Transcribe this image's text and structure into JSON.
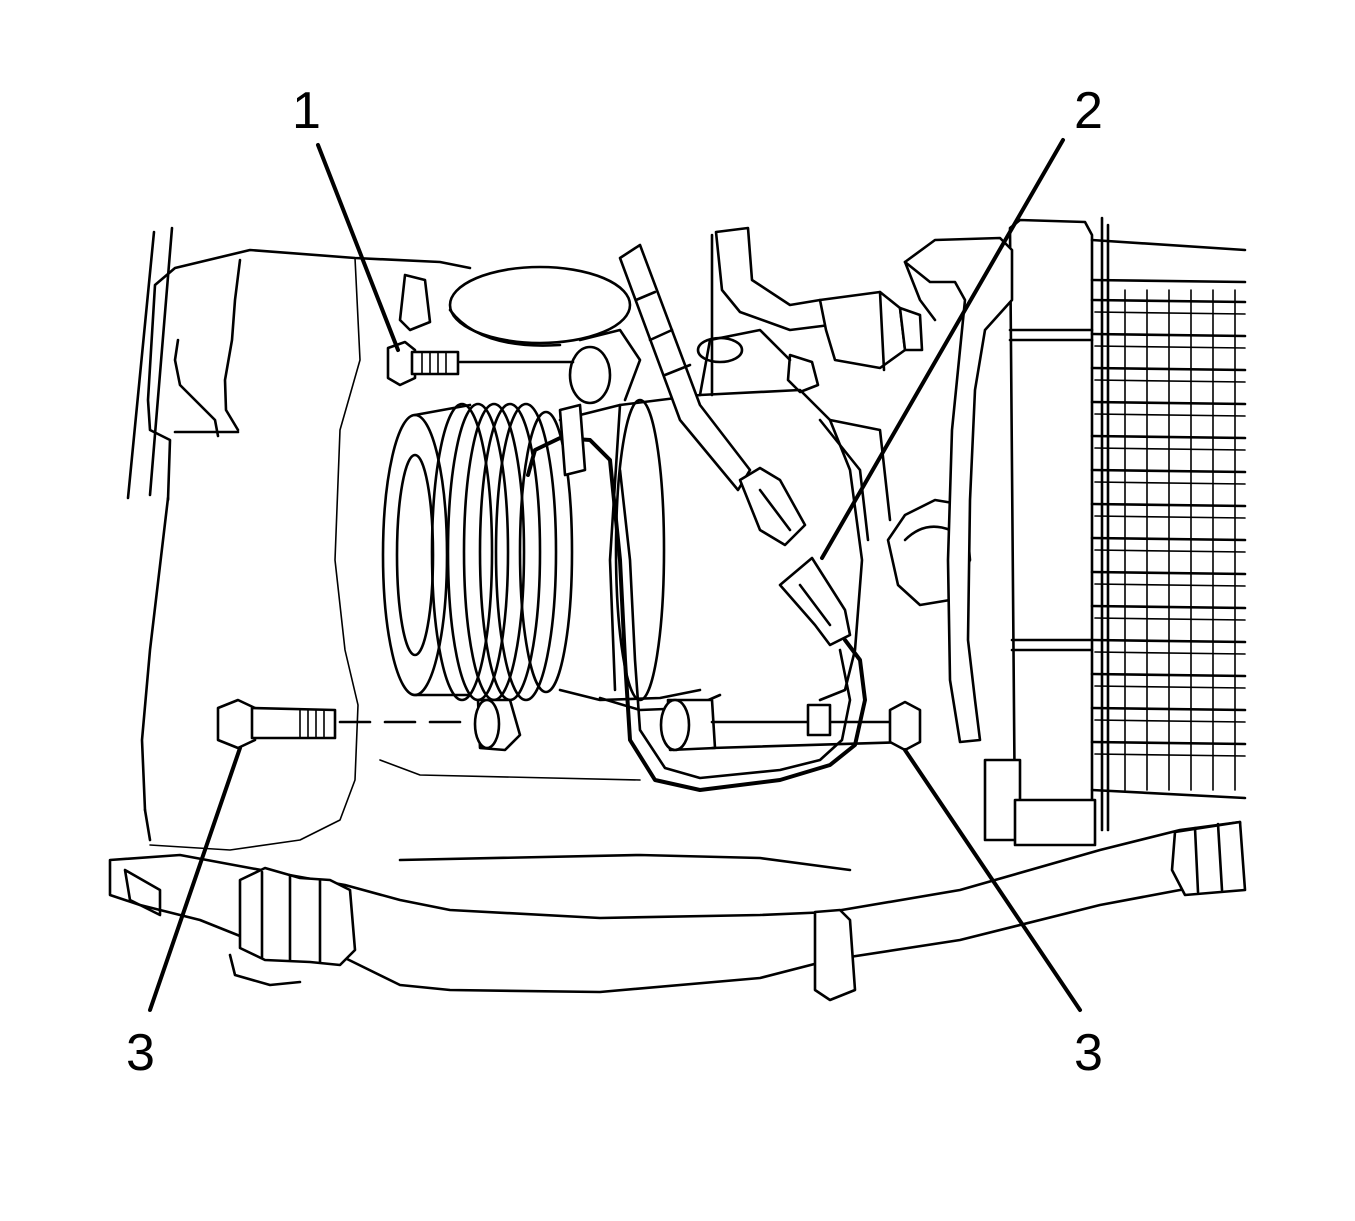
{
  "callouts": {
    "c1": "1",
    "c2": "2",
    "c3_left": "3",
    "c3_right": "3"
  }
}
